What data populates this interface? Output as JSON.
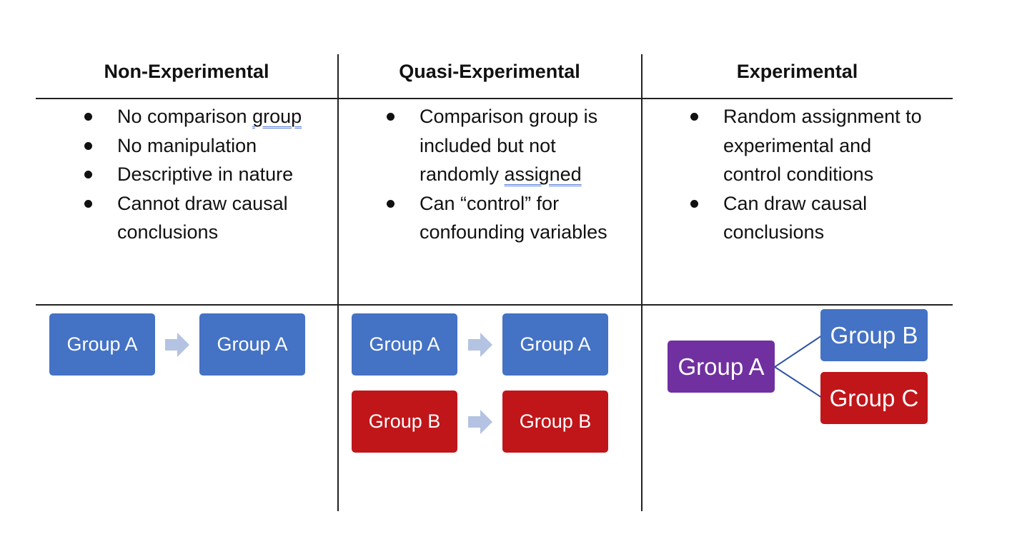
{
  "columns": [
    {
      "title": "Non-Experimental",
      "bullets": [
        {
          "text": "No comparison ",
          "underlined": "group"
        },
        {
          "text": "No manipulation",
          "underlined": ""
        },
        {
          "text": "Descriptive in nature",
          "underlined": ""
        },
        {
          "text": "Cannot draw causal conclusions",
          "underlined": ""
        }
      ],
      "boxes": [
        "Group A",
        "Group A"
      ]
    },
    {
      "title": "Quasi-Experimental",
      "bullets": [
        {
          "text": "Comparison group is included but not randomly ",
          "underlined": "assigned"
        },
        {
          "text": "Can “control” for confounding variables",
          "underlined": ""
        }
      ],
      "boxes": [
        "Group A",
        "Group A",
        "Group B",
        "Group B"
      ]
    },
    {
      "title": "Experimental",
      "bullets": [
        {
          "text": "Random assignment to experimental and control conditions",
          "underlined": ""
        },
        {
          "text": "Can draw causal conclusions",
          "underlined": ""
        }
      ],
      "boxes": [
        "Group A",
        "Group B",
        "Group C"
      ]
    }
  ],
  "colors": {
    "blue": "#4472c4",
    "red": "#c0161a",
    "purple": "#7030a0",
    "arrow": "#b4c3e2",
    "connector": "#2f55a4"
  }
}
